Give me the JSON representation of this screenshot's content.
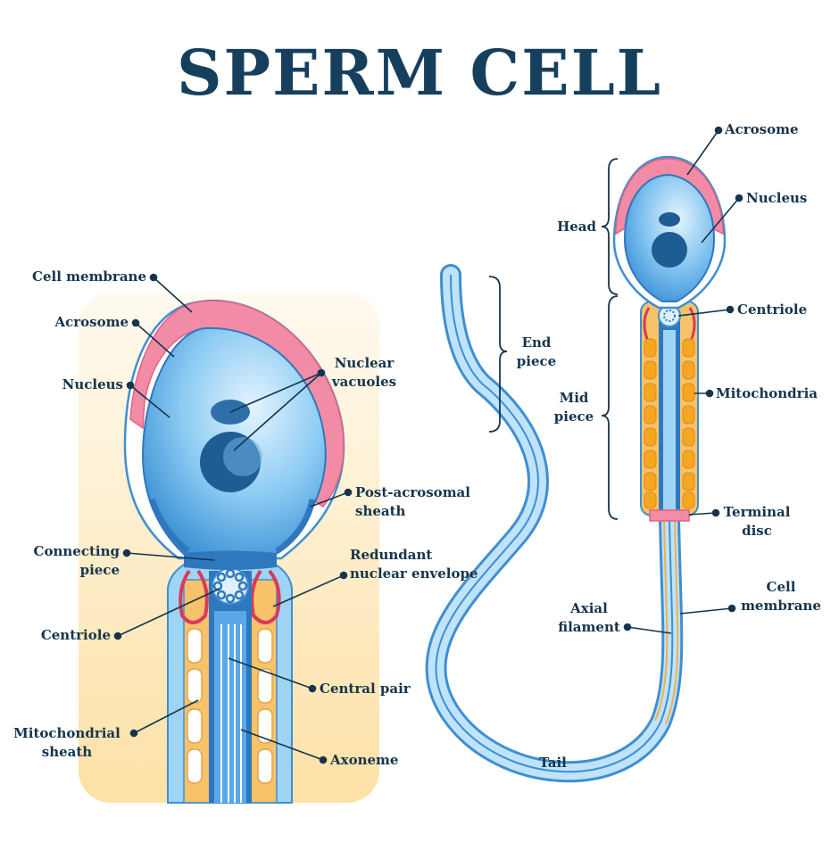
{
  "title": "SPERM CELL",
  "colors": {
    "title": "#163f5e",
    "nucleus": "#4fa3e0",
    "acrosome": "#f28ca6",
    "mitochondria": "#f5a623",
    "panel": "#fde6b3",
    "line": "#16344d"
  },
  "detail": {
    "cell_membrane": "Cell membrane",
    "acrosome": "Acrosome",
    "nucleus": "Nucleus",
    "nuclear_vacuoles": "Nuclear\nvacuoles",
    "post_acrosomal_sheath": "Post-acrosomal\nsheath",
    "connecting_piece": "Connecting\npiece",
    "redundant_nuclear_envelope": "Redundant\nnuclear envelope",
    "centriole": "Centriole",
    "central_pair": "Central pair",
    "mitochondrial_sheath": "Mitochondrial\nsheath",
    "axoneme": "Axoneme"
  },
  "whole": {
    "acrosome": "Acrosome",
    "nucleus": "Nucleus",
    "head": "Head",
    "centriole": "Centriole",
    "mid_piece": "Mid\npiece",
    "mitochondria": "Mitochondria",
    "end_piece": "End\npiece",
    "terminal_disc": "Terminal\ndisc",
    "cell_membrane": "Cell\nmembrane",
    "axial_filament": "Axial\nfilament",
    "tail": "Tail"
  }
}
